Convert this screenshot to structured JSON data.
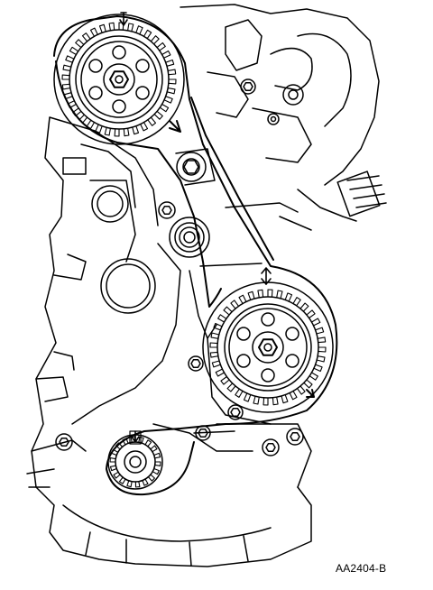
{
  "figure": {
    "id_label": "AA2404-B",
    "line_color": "#000000",
    "fill_color": "#ffffff"
  },
  "components": [
    "camshaft-sprocket-left",
    "camshaft-sprocket-right",
    "crankshaft-sprocket",
    "timing-belt",
    "belt-tensioner",
    "idler-pulley",
    "engine-block",
    "timing-mark-arrow"
  ]
}
